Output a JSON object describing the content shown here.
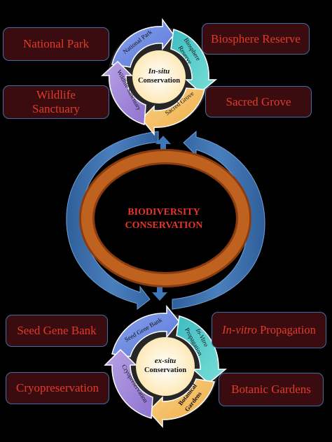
{
  "center": {
    "line1": "BIODIVERSITY",
    "line2": "CONSERVATION"
  },
  "in_situ": {
    "center_line1": "In-situ",
    "center_line2": "Conservation",
    "segments": {
      "national_park": "National Park",
      "biosphere_line1": "Biosphere",
      "biosphere_line2": "Reserve",
      "sacred_grove": "Sacred Grove",
      "wildlife_sanctuary": "Wildlife Sanctuary"
    },
    "boxes": {
      "national_park": "National Park",
      "biosphere_reserve": "Biosphere  Reserve",
      "wildlife_sanctuary": "Wildlife\nSanctuary",
      "sacred_grove": "Sacred Grove"
    }
  },
  "ex_situ": {
    "center_line1": "ex-situ",
    "center_line2": "Conservation",
    "segments": {
      "seed_gene_bank": "Seed Gene Bank",
      "invitro_line1": "In-Vitro",
      "invitro_line2": "Propagation",
      "botanical_line1": "Botanical",
      "botanical_line2": "Gardens",
      "cryopreservation": "Cryopreservation"
    },
    "boxes": {
      "seed_gene_bank": "Seed Gene Bank",
      "invitro_prefix": "In-vitro",
      "invitro_suffix": " Propagation",
      "cryopreservation": "Cryopreservation",
      "botanic_gardens": "Botanic Gardens"
    }
  },
  "colors": {
    "background": "#000000",
    "ring": "#b5561e",
    "arrow": "#3c6ea6",
    "box_fill": "#3a0c10",
    "box_text": "#e23a2a",
    "segment_blue": "#6f8fe6",
    "segment_teal": "#4ec9c6",
    "segment_orange": "#f4b75c",
    "segment_purple": "#a48ad8",
    "core_fill": "#fff7d6"
  }
}
